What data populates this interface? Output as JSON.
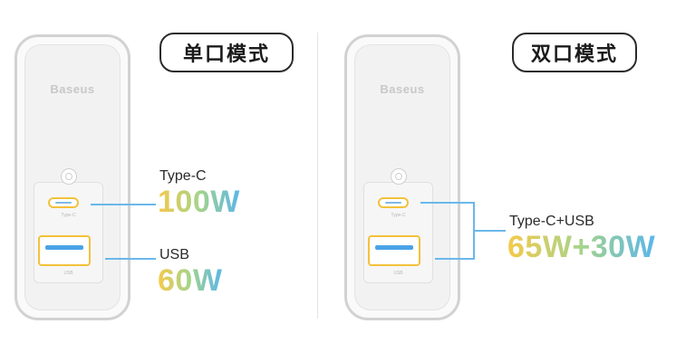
{
  "single_mode": {
    "title": "单口模式",
    "brand": "Baseus",
    "typec_port_label": "Type-C",
    "usb_port_label": "USB",
    "outputs": [
      {
        "port": "Type-C",
        "power": "100W"
      },
      {
        "port": "USB",
        "power": "60W"
      }
    ]
  },
  "dual_mode": {
    "title": "双口模式",
    "brand": "Baseus",
    "typec_port_label": "Type-C",
    "usb_port_label": "USB",
    "output": {
      "port": "Type-C+USB",
      "power": "65W+30W"
    }
  },
  "colors": {
    "line": "#6ab8ea",
    "port_highlight": "#f4c13c",
    "gradient_start": "#f6c94a",
    "gradient_end": "#5bb6ea"
  }
}
